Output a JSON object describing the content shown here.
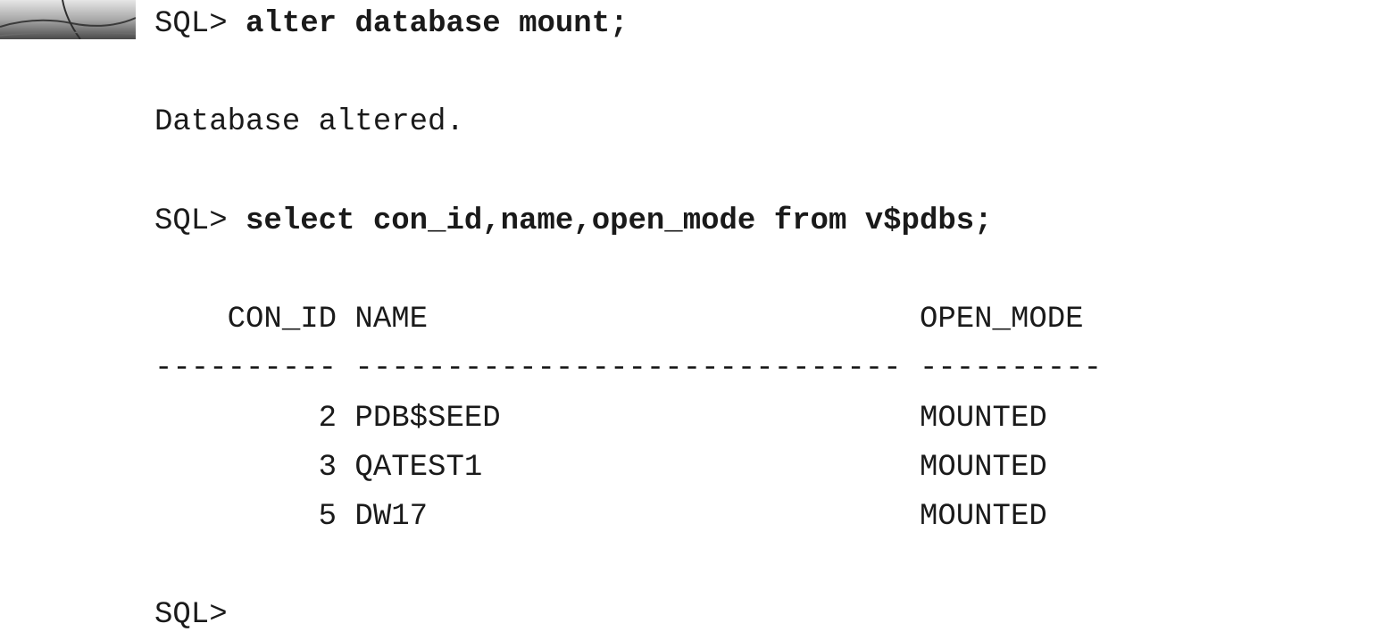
{
  "listing": {
    "prompt": "SQL> ",
    "command_1": "alter database mount;",
    "result_1": "Database altered.",
    "command_2": "select con_id,name,open_mode from v$pdbs;",
    "table": {
      "header": "    CON_ID NAME                           OPEN_MODE",
      "separator": "---------- ------------------------------ ----------",
      "rows": [
        "         2 PDB$SEED                       MOUNTED",
        "         3 QATEST1                        MOUNTED",
        "         5 DW17                           MOUNTED"
      ]
    },
    "final_prompt": "SQL>"
  }
}
